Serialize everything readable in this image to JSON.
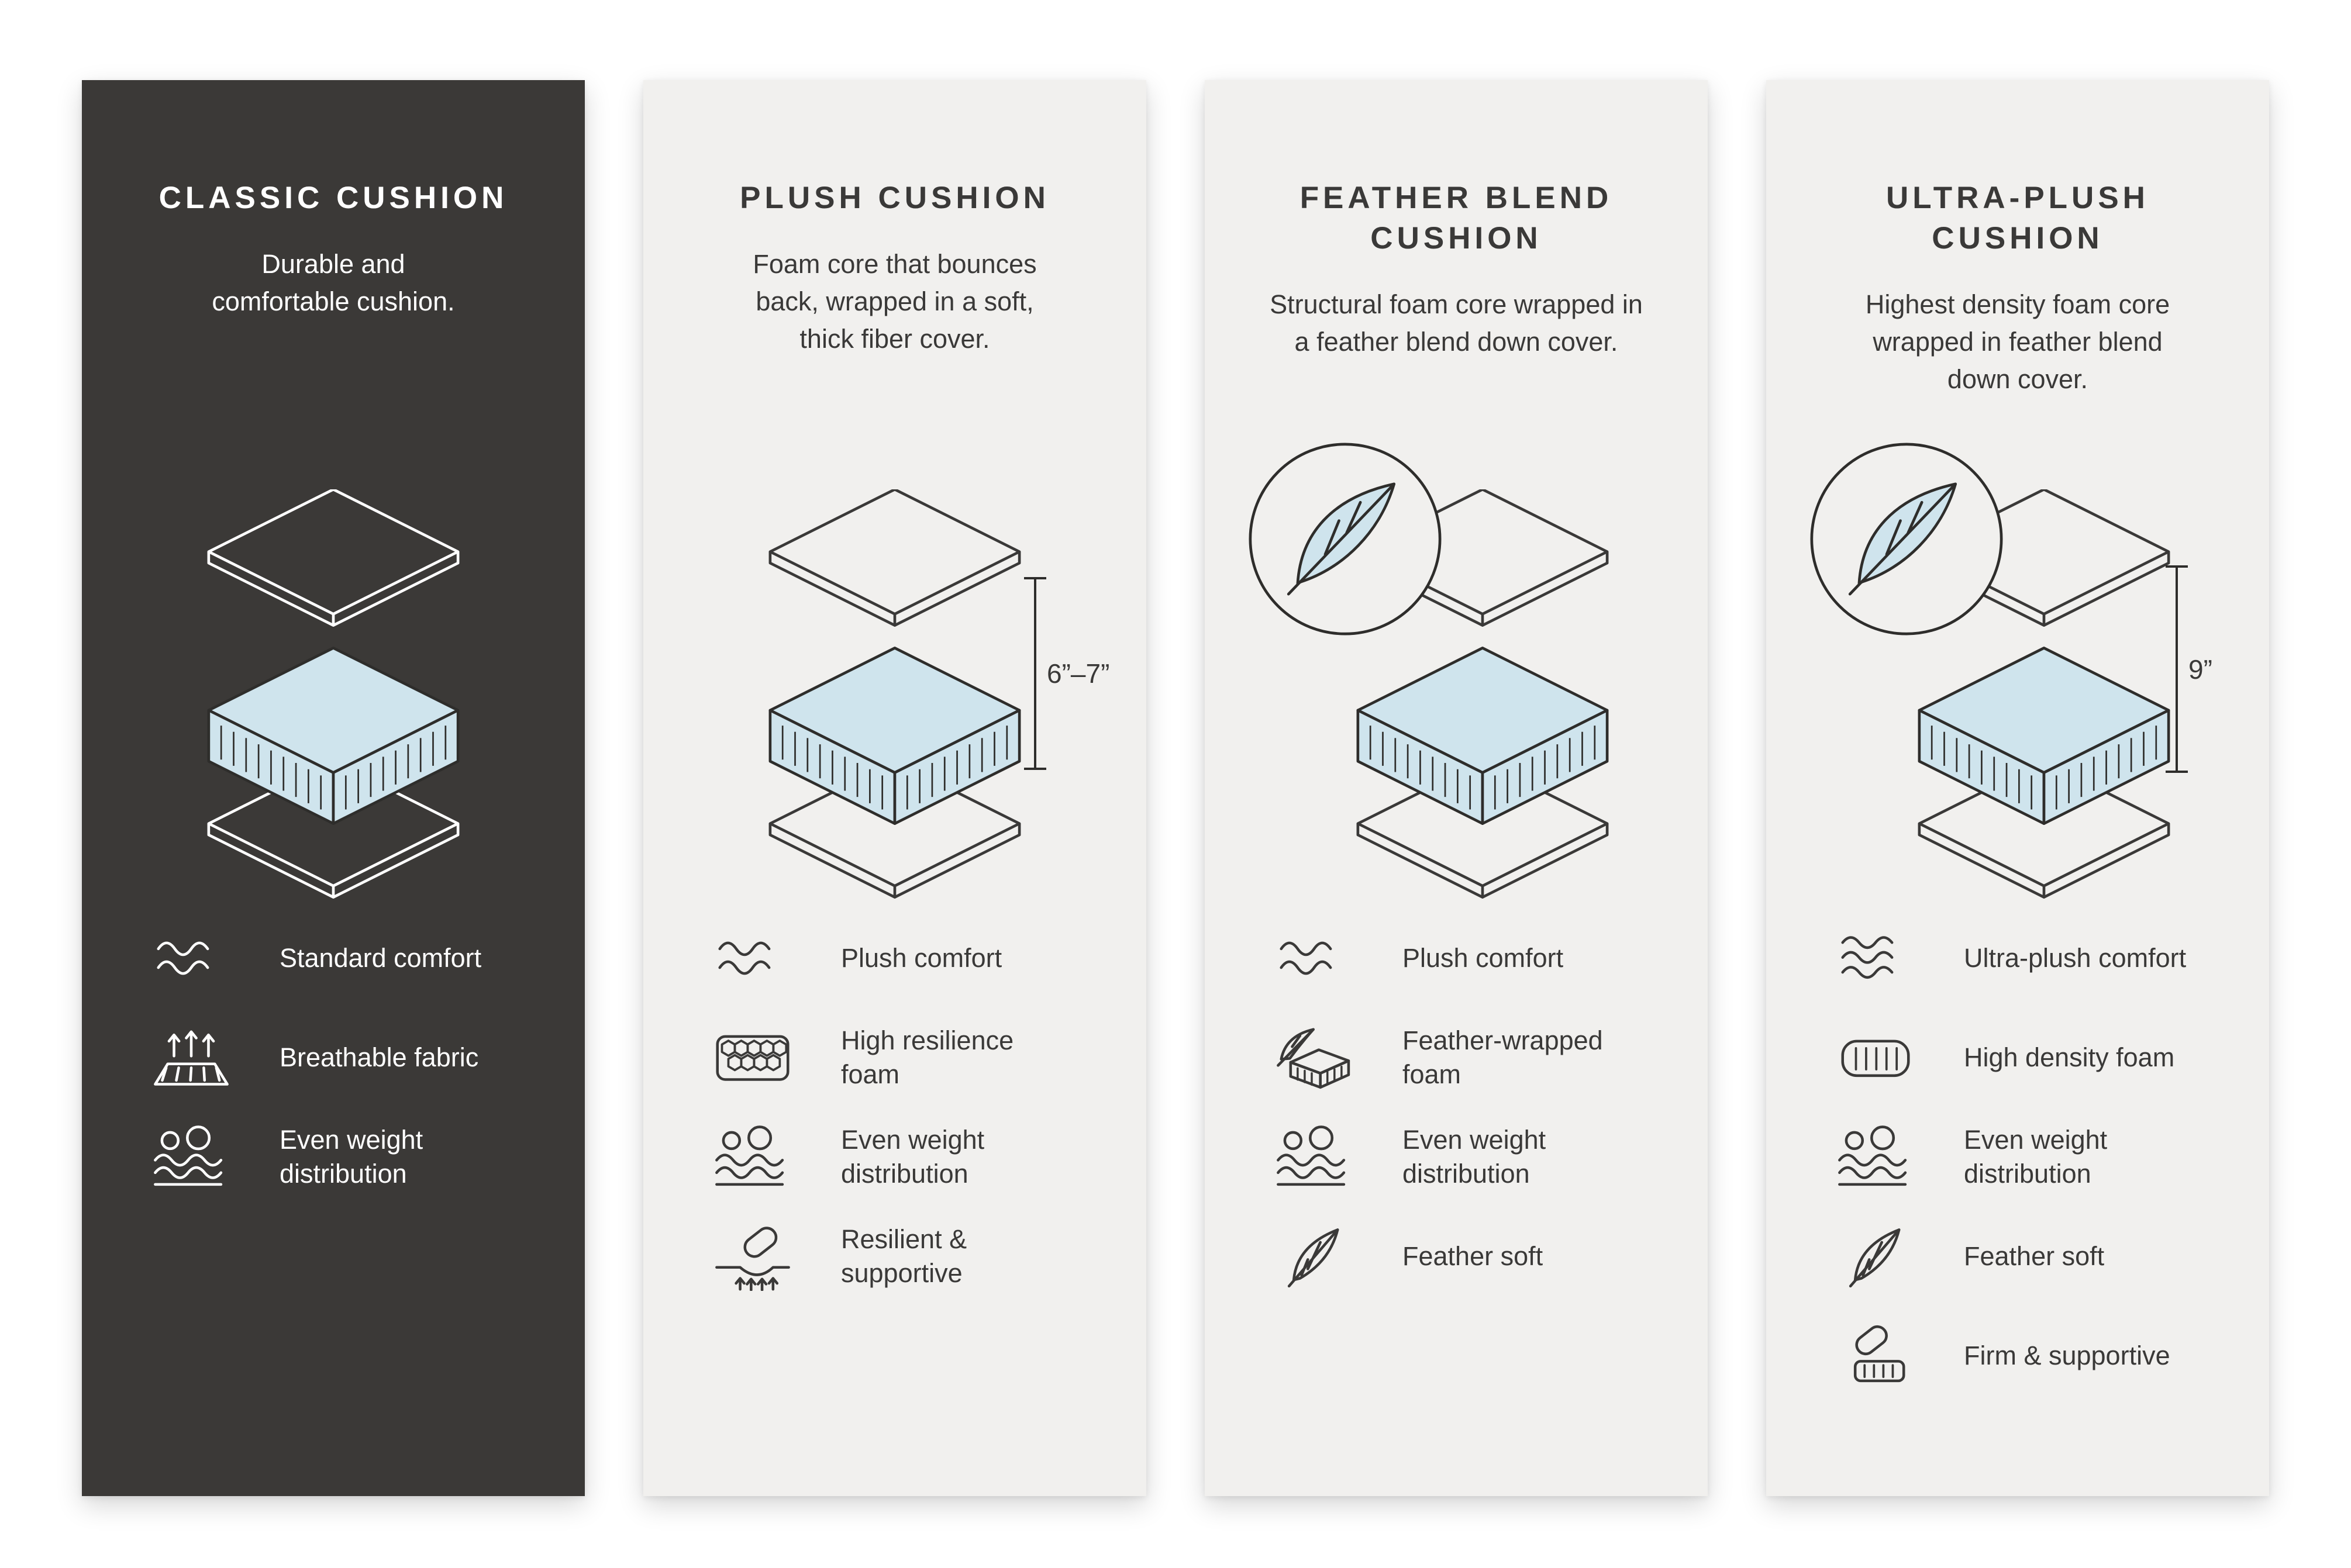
{
  "page": {
    "background": "#ffffff",
    "colors": {
      "dark_panel_bg": "#3b3937",
      "light_panel_bg": "#f1f0ee",
      "foam_blue": "#cfe4ed",
      "line_ink": "#2e2d2b",
      "text_on_dark": "#ffffff",
      "text_on_light": "#3a3938"
    }
  },
  "panels": [
    {
      "id": "classic-cushion",
      "theme": "dark",
      "title": "CLASSIC CUSHION",
      "description": "Durable and\ncomfortable cushion.",
      "diagram": "layered-cushion",
      "badge": null,
      "measurement": null,
      "features": [
        {
          "icon": "waves-icon",
          "label": "Standard comfort"
        },
        {
          "icon": "breathable-fabric-icon",
          "label": "Breathable fabric"
        },
        {
          "icon": "even-weight-distribution-icon",
          "label": "Even weight\ndistribution"
        }
      ]
    },
    {
      "id": "plush-cushion",
      "theme": "light",
      "title": "PLUSH CUSHION",
      "description": "Foam core that bounces\nback, wrapped in a soft,\nthick fiber cover.",
      "diagram": "layered-cushion",
      "badge": null,
      "measurement": "6”–7”",
      "features": [
        {
          "icon": "waves-icon",
          "label": "Plush comfort"
        },
        {
          "icon": "honeycomb-foam-icon",
          "label": "High resilience\nfoam"
        },
        {
          "icon": "even-weight-distribution-icon",
          "label": "Even weight\ndistribution"
        },
        {
          "icon": "hand-press-icon",
          "label": "Resilient &\nsupportive"
        }
      ]
    },
    {
      "id": "feather-blend-cushion",
      "theme": "light",
      "title": "FEATHER BLEND\nCUSHION",
      "description": "Structural foam core wrapped in\na feather blend down cover.",
      "diagram": "layered-cushion",
      "badge": "feather-circle-badge",
      "measurement": null,
      "features": [
        {
          "icon": "waves-icon",
          "label": "Plush comfort"
        },
        {
          "icon": "feather-wrapped-foam-icon",
          "label": "Feather-wrapped\nfoam"
        },
        {
          "icon": "even-weight-distribution-icon",
          "label": "Even weight\ndistribution"
        },
        {
          "icon": "feather-icon",
          "label": "Feather soft"
        }
      ]
    },
    {
      "id": "ultra-plush-cushion",
      "theme": "light",
      "title": "ULTRA-PLUSH\nCUSHION",
      "description": "Highest density foam core\nwrapped in feather blend\ndown cover.",
      "diagram": "layered-cushion",
      "badge": "feather-circle-badge",
      "measurement": "9”",
      "features": [
        {
          "icon": "triple-waves-icon",
          "label": "Ultra-plush comfort"
        },
        {
          "icon": "high-density-foam-icon",
          "label": "High density foam"
        },
        {
          "icon": "even-weight-distribution-icon",
          "label": "Even weight\ndistribution"
        },
        {
          "icon": "feather-icon",
          "label": "Feather soft"
        },
        {
          "icon": "firm-support-icon",
          "label": "Firm & supportive"
        }
      ]
    }
  ]
}
